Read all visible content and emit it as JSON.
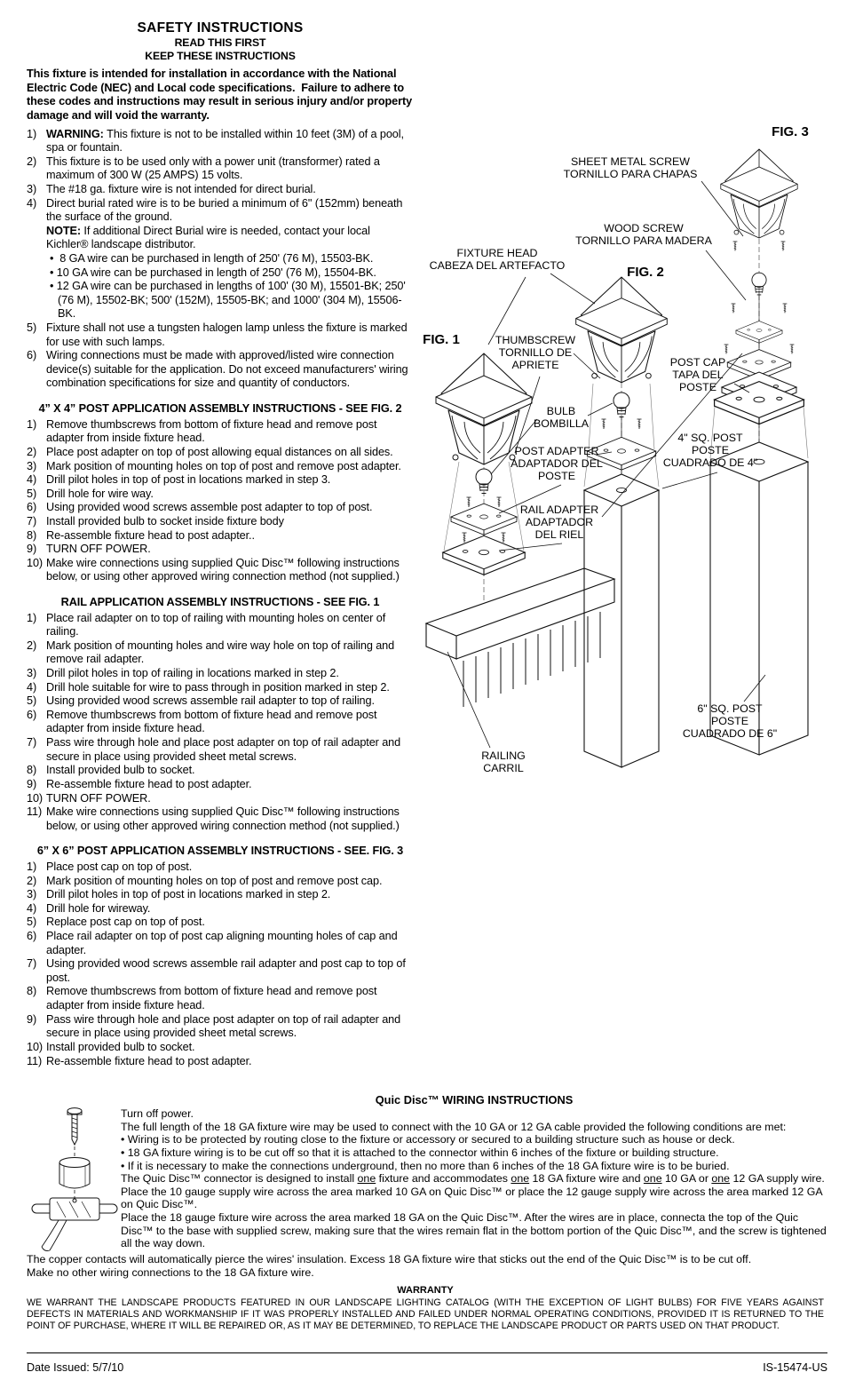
{
  "header": {
    "title": "SAFETY INSTRUCTIONS",
    "line1": "READ THIS FIRST",
    "line2": "KEEP THESE INSTRUCTIONS"
  },
  "intro": "This fixture is intended for installation in accordance with the National Electric Code (NEC) and Local code specifications.  Failure to adhere to these codes and instructions may result in serious injury and/or property damage and will void the warranty.",
  "safety_list": [
    {
      "n": "1)",
      "b": "WARNING: ",
      "t": "This fixture is not to be installed within 10 feet (3M) of a pool, spa or fountain."
    },
    {
      "n": "2)",
      "t": "This fixture is to be used only with a power unit (transformer) rated a maximum of 300 W (25 AMPS) 15 volts."
    },
    {
      "n": "3)",
      "t": "The #18 ga. fixture wire is not intended for direct burial."
    },
    {
      "n": "4)",
      "t": "Direct burial rated wire is to be buried a minimum of 6\" (152mm) beneath the surface of the ground."
    },
    {
      "n": "",
      "b": "NOTE: ",
      "t": "If additional Direct Burial wire is needed, contact your local Kichler® landscape distributor.",
      "c": "note"
    },
    {
      "n": "",
      "t": "•  8 GA wire can be purchased in length of 250' (76 M), 15503-BK.",
      "c": "bullet"
    },
    {
      "n": "",
      "t": "• 10 GA wire can be purchased in length of 250' (76 M), 15504-BK.",
      "c": "bullet"
    },
    {
      "n": "",
      "t": "• 12 GA wire can be purchased in lengths of 100' (30 M), 15501-BK; 250' (76 M), 15502-BK; 500' (152M), 15505-BK; and 1000' (304 M), 15506-BK.",
      "c": "bullet"
    },
    {
      "n": "5)",
      "t": "Fixture shall not use a tungsten halogen lamp unless the fixture is marked for use with such lamps."
    },
    {
      "n": "6)",
      "t": "Wiring connections must be made with approved/listed wire connection device(s) suitable for the application. Do not exceed manufacturers' wiring combination specifications for size and quantity of conductors."
    }
  ],
  "sections": [
    {
      "title": "4” X 4” POST APPLICATION ASSEMBLY INSTRUCTIONS - SEE FIG. 2",
      "items": [
        {
          "n": "1)",
          "t": "Remove thumbscrews from bottom of fixture head and remove post adapter from inside fixture head."
        },
        {
          "n": "2)",
          "t": "Place post adapter on top of post allowing equal distances on all sides."
        },
        {
          "n": "3)",
          "t": "Mark position of mounting holes on top of post and remove post adapter."
        },
        {
          "n": "4)",
          "t": "Drill pilot holes in top of post in locations marked in step 3."
        },
        {
          "n": "5)",
          "t": "Drill hole for wire way."
        },
        {
          "n": "6)",
          "t": "Using provided wood screws assemble post adapter to top of post."
        },
        {
          "n": "7)",
          "t": "Install provided bulb to socket inside fixture body"
        },
        {
          "n": "8)",
          "t": "Re-assemble fixture head to post adapter.."
        },
        {
          "n": "9)",
          "t": "TURN OFF POWER."
        },
        {
          "n": "10)",
          "t": "Make wire connections using supplied Quic Disc™ following instructions below, or using other approved wiring connection method (not supplied.)"
        }
      ]
    },
    {
      "title": "RAIL APPLICATION ASSEMBLY INSTRUCTIONS - SEE FIG. 1",
      "items": [
        {
          "n": "1)",
          "t": "Place rail adapter on to top of railing with mounting holes on center of railing."
        },
        {
          "n": "2)",
          "t": "Mark position of mounting holes and wire way hole on top of railing and remove rail adapter."
        },
        {
          "n": "3)",
          "t": "Drill pilot holes in top of railing in locations marked in step 2."
        },
        {
          "n": "4)",
          "t": "Drill hole suitable for wire to pass through in position marked in step 2."
        },
        {
          "n": "5)",
          "t": "Using provided wood screws assemble rail adapter to top of railing."
        },
        {
          "n": "6)",
          "t": "Remove thumbscrews from bottom of fixture head and remove post adapter from inside fixture head."
        },
        {
          "n": "7)",
          "t": "Pass wire through hole and place post adapter on top of rail adapter and secure in place using provided sheet metal screws."
        },
        {
          "n": "8)",
          "t": "Install provided bulb to socket."
        },
        {
          "n": "9)",
          "t": "Re-assemble fixture head to post adapter."
        },
        {
          "n": "10)",
          "t": "TURN OFF POWER."
        },
        {
          "n": "11)",
          "t": "Make wire connections using supplied Quic Disc™ following instructions below, or using other approved wiring connection method (not supplied.)"
        }
      ]
    },
    {
      "title": "6” X 6” POST APPLICATION ASSEMBLY INSTRUCTIONS - SEE. FIG. 3",
      "items": [
        {
          "n": "1)",
          "t": "Place post cap on top of post."
        },
        {
          "n": "2)",
          "t": "Mark position of mounting holes on top of post and remove post cap."
        },
        {
          "n": "3)",
          "t": "Drill pilot holes in top of post in locations marked in step 2."
        },
        {
          "n": "4)",
          "t": "Drill hole for wireway."
        },
        {
          "n": "5)",
          "t": "Replace post cap on top of post."
        },
        {
          "n": "6)",
          "t": "Place rail adapter on top of post cap aligning mounting holes of cap and adapter."
        },
        {
          "n": "7)",
          "t": "Using provided wood screws assemble rail adapter and post cap to top of post."
        },
        {
          "n": "8)",
          "t": "Remove thumbscrews from bottom of fixture head and remove post adapter from inside fixture head."
        },
        {
          "n": "9)",
          "t": "Pass wire through hole and place post adapter on top of rail adapter and secure in place using provided sheet metal screws."
        },
        {
          "n": "10)",
          "t": "Install provided bulb to socket."
        },
        {
          "n": "11)",
          "t": "Re-assemble fixture head to post adapter."
        }
      ]
    }
  ],
  "figures": {
    "fig1_label": "FIG. 1",
    "fig2_label": "FIG. 2",
    "fig3_label": "FIG. 3",
    "callouts": {
      "sheet_metal_screw": "SHEET METAL SCREW\nTORNILLO PARA CHAPAS",
      "wood_screw": "WOOD SCREW\nTORNILLO PARA MADERA",
      "fixture_head": "FIXTURE HEAD\nCABEZA DEL ARTEFACTO",
      "thumbscrew": "THUMBSCREW\nTORNILLO DE\nAPRIETE",
      "post_cap": "POST CAP\nTAPA DEL\nPOSTE",
      "bulb": "BULB\nBOMBILLA",
      "post_4": "4\" SQ. POST\nPOSTE\nCUADRADO DE 4\"",
      "post_adapter": "POST ADAPTER\nADAPTADOR DEL\nPOSTE",
      "rail_adapter": "RAIL ADAPTER\nADAPTADOR\nDEL RIEL",
      "post_6": "6\" SQ. POST\nPOSTE\nCUADRADO DE 6\"",
      "railing": "RAILING\nCARRIL"
    }
  },
  "wiring": {
    "title": "Quic Disc™ WIRING INSTRUCTIONS",
    "para1": [
      "Turn off power.",
      "The full length of the 18 GA fixture wire may be used to connect with the 10 GA or 12 GA cable provided the following conditions are met:",
      "• Wiring is to be protected by routing close to the fixture or accessory or secured to a building structure such as house or deck.",
      "• 18 GA fixture wiring is to be cut off so that it is attached to the connector within 6 inches of the fixture or building structure.",
      "• If it is necessary to make the connections underground, then no more than 6 inches of the 18 GA fixture wire is to be buried.",
      "The Quic Disc™ connector is designed to install <u>one</u> fixture and accommodates <u>one</u> 18 GA fixture wire and <u>one</u> 10 GA or <u>one</u> 12 GA supply wire. Place the 10 gauge supply wire across the area marked 10 GA on Quic Disc™ or place the 12 gauge supply wire across the area marked 12 GA on Quic Disc™.",
      "Place the 18 gauge fixture wire across the area marked 18 GA on the Quic Disc™. After the wires are in place, connecta the top of the Quic Disc™ to the base with supplied screw, making sure that the wires remain flat in the bottom portion of the Quic Disc™, and the screw is tightened all the way down."
    ],
    "para2": [
      "The copper contacts will automatically pierce the wires' insulation. Excess 18 GA fixture wire that sticks out the end of the Quic Disc™ is to be cut off.",
      "Make no other wiring connections to the 18 GA fixture wire."
    ]
  },
  "warranty": {
    "title": "WARRANTY",
    "text": "WE WARRANT THE LANDSCAPE PRODUCTS FEATURED IN OUR LANDSCAPE LIGHTING CATALOG (WITH THE EXCEPTION OF LIGHT BULBS) FOR FIVE YEARS AGAINST DEFECTS IN MATERIALS AND WORKMANSHIP IF IT WAS PROPERLY INSTALLED AND FAILED UNDER NORMAL OPERATING CONDITIONS, PROVIDED IT IS RETURNED TO THE POINT OF PURCHASE, WHERE IT WILL BE REPAIRED OR, AS IT MAY BE DETERMINED, TO REPLACE THE LANDSCAPE PRODUCT OR PARTS USED ON THAT PRODUCT."
  },
  "footer": {
    "date": "Date Issued: 5/7/10",
    "doc_id": "IS-15474-US"
  }
}
